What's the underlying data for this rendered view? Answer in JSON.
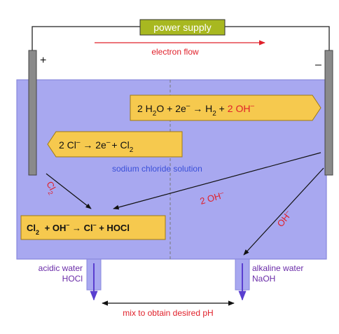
{
  "power_supply": {
    "label": "power supply"
  },
  "electron_flow": {
    "label": "electron flow"
  },
  "anode": {
    "sign": "+"
  },
  "cathode": {
    "sign": "–"
  },
  "solution": {
    "label": "sodium chloride solution"
  },
  "equations": {
    "cathode_reaction": {
      "a": "2 H",
      "a_sub": "2",
      "b": "O + 2e",
      "b_sup": "–",
      "c": " → H",
      "c_sub": "2",
      "d": " + ",
      "e": "2 OH",
      "e_sup": "–"
    },
    "anode_reaction": {
      "a": "2 Cl",
      "a_sup": "–",
      "b": " → 2e",
      "b_sup": "–",
      "c": "+  Cl",
      "c_sub": "2"
    },
    "mixing_reaction": {
      "a": "Cl",
      "a_sub": "2",
      "b": " + OH",
      "b_sup": "–",
      "c": " → Cl",
      "c_sup": "–",
      "d": " + HOCl"
    }
  },
  "arrow_labels": {
    "cl2": {
      "main": "Cl",
      "sub": "2"
    },
    "two_oh": {
      "main": "2 OH",
      "sup": "–"
    },
    "oh": {
      "main": "OH",
      "sup": "–"
    }
  },
  "outlets": {
    "acidic": {
      "line1": "acidic water",
      "line2": "HOCl"
    },
    "alkaline": {
      "line1": "alkaline water",
      "line2": "NaOH"
    }
  },
  "mix": {
    "label": "mix to obtain desired pH"
  },
  "colors": {
    "tank": "#a8a8f0",
    "tank_border": "#8888dd",
    "box_fill": "#f6c94e",
    "box_border": "#a07a10",
    "power_fill": "#a8b820",
    "red": "#e0202a",
    "blue_text": "#3a4fd8",
    "purple_text": "#6a2ca8",
    "electrode": "#8a8a8a"
  }
}
